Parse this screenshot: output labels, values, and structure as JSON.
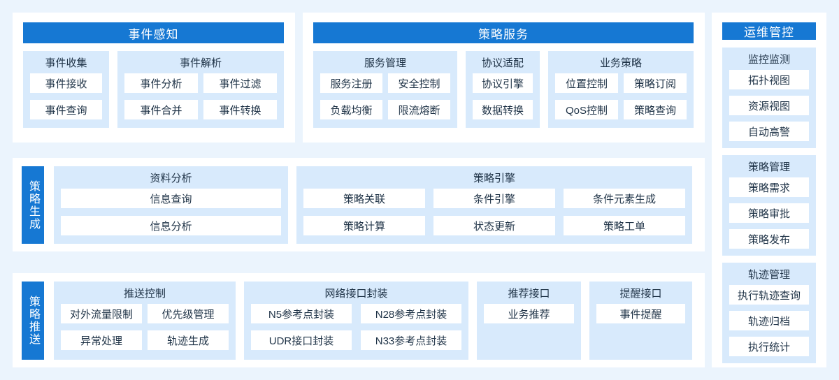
{
  "colors": {
    "accent_blue": "#1678d3",
    "panel_blue": "#d8eafc",
    "page_background": "#ebf4fd",
    "card_background": "#ffffff",
    "text_dark": "#1f3347"
  },
  "sections": {
    "event_perception": {
      "title": "事件感知",
      "panels": [
        {
          "title": "事件收集",
          "items": [
            "事件接收",
            "事件查询"
          ]
        },
        {
          "title": "事件解析",
          "items": [
            "事件分析",
            "事件过滤",
            "事件合并",
            "事件转换"
          ]
        }
      ]
    },
    "policy_service": {
      "title": "策略服务",
      "panels": [
        {
          "title": "服务管理",
          "items": [
            "服务注册",
            "安全控制",
            "负载均衡",
            "限流熔断"
          ]
        },
        {
          "title": "协议适配",
          "items": [
            "协议引擎",
            "数据转换"
          ]
        },
        {
          "title": "业务策略",
          "items": [
            "位置控制",
            "策略订阅",
            "QoS控制",
            "策略查询"
          ]
        }
      ]
    },
    "policy_generation": {
      "title": "策略生成",
      "panels": [
        {
          "title": "资料分析",
          "items": [
            "信息查询",
            "信息分析"
          ]
        },
        {
          "title": "策略引擎",
          "items": [
            "策略关联",
            "条件引擎",
            "条件元素生成",
            "策略计算",
            "状态更新",
            "策略工单"
          ]
        }
      ]
    },
    "policy_push": {
      "title": "策略推送",
      "panels": [
        {
          "title": "推送控制",
          "items": [
            "对外流量限制",
            "优先级管理",
            "异常处理",
            "轨迹生成"
          ]
        },
        {
          "title": "网络接口封装",
          "items": [
            "N5参考点封装",
            "N28参考点封装",
            "UDR接口封装",
            "N33参考点封装"
          ]
        },
        {
          "title": "推荐接口",
          "items": [
            "业务推荐"
          ]
        },
        {
          "title": "提醒接口",
          "items": [
            "事件提醒"
          ]
        }
      ]
    },
    "ops_control": {
      "title": "运维管控",
      "panels": [
        {
          "title": "监控监测",
          "items": [
            "拓扑视图",
            "资源视图",
            "自动高警"
          ]
        },
        {
          "title": "策略管理",
          "items": [
            "策略需求",
            "策略审批",
            "策略发布"
          ]
        },
        {
          "title": "轨迹管理",
          "items": [
            "执行轨迹查询",
            "轨迹归档",
            "执行统计"
          ]
        }
      ]
    }
  }
}
